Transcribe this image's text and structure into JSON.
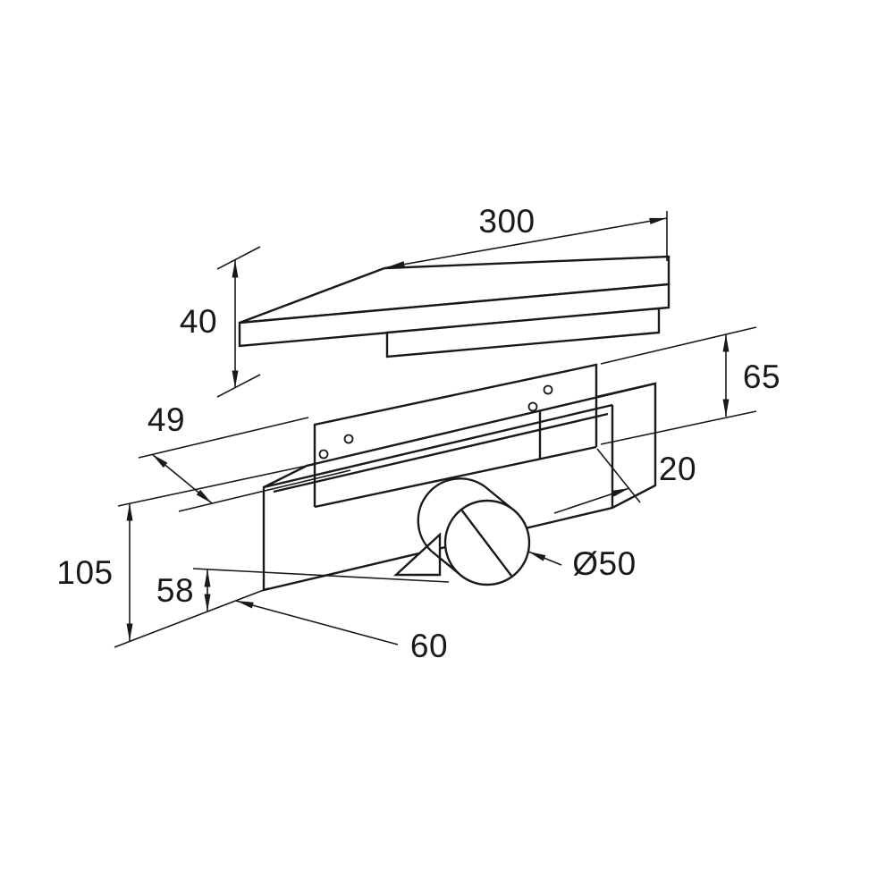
{
  "drawing": {
    "type": "technical-dimension-drawing",
    "subject": "wall-mounted linear shower drain channel with cover and outlet pipe",
    "labels": {
      "cover_length": "300",
      "cover_height": "40",
      "channel_depth": "49",
      "flange_height": "65",
      "outlet_end_offset": "20",
      "total_height": "105",
      "outlet_center_height": "58",
      "outlet_diameter": "Ø50",
      "outlet_side_offset": "60"
    },
    "colors": {
      "line": "#191919",
      "background": "#ffffff"
    }
  }
}
